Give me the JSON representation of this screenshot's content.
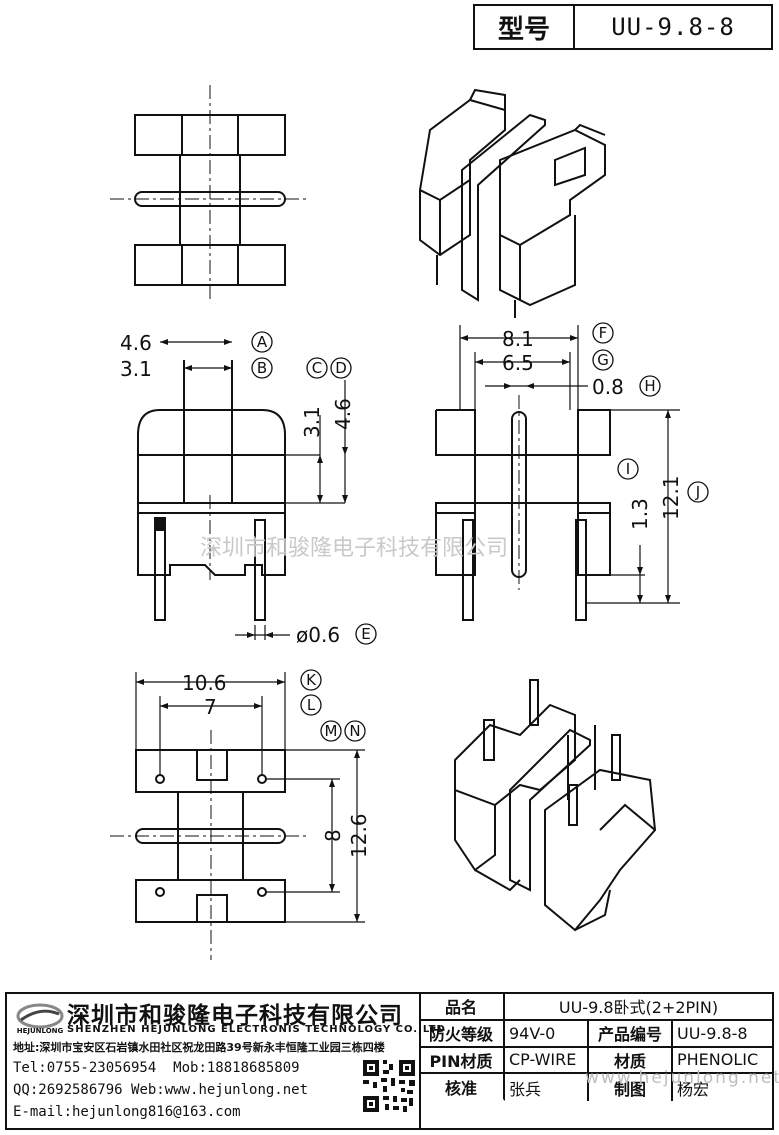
{
  "title_block": {
    "label": "型号",
    "value": "UU-9.8-8"
  },
  "dimensions": {
    "top_left_view": {
      "a": "4.6",
      "a_tag": "A",
      "b": "3.1",
      "b_tag": "B",
      "c_tag": "C",
      "d_tag": "D",
      "c": "3.1",
      "d": "4.6",
      "e": "ø0.6",
      "e_tag": "E"
    },
    "top_right_view": {
      "f": "8.1",
      "f_tag": "F",
      "g": "6.5",
      "g_tag": "G",
      "h": "0.8",
      "h_tag": "H",
      "i": "1.3",
      "i_tag": "I",
      "j": "12.1",
      "j_tag": "J"
    },
    "bottom_left_view": {
      "k": "10.6",
      "k_tag": "K",
      "l": "7",
      "l_tag": "L",
      "m_tag": "M",
      "n_tag": "N",
      "m": "8",
      "n": "12.6"
    }
  },
  "watermark": {
    "text": "深圳市和骏隆电子科技有限公司",
    "url": "www.hejunlong.net"
  },
  "company": {
    "logo_text": "HEJUNLONG",
    "name_cn": "深圳市和骏隆电子科技有限公司",
    "name_en": "SHENZHEN HEJUNLONG ELECTRONIS TECHNOLOGY CO.,LTD",
    "address": "地址:深圳市宝安区石岩镇水田社区祝龙田路39号新永丰恒隆工业园三栋四楼",
    "tel": "Tel:0755-23056954",
    "mob": "Mob:18818685809",
    "qq": "QQ:2692586796",
    "web": "Web:www.hejunlong.net",
    "email": "E-mail:hejunlong816@163.com"
  },
  "spec_table": {
    "product_name_label": "品名",
    "product_name": "UU-9.8卧式(2+2PIN)",
    "fire_rating_label": "防火等级",
    "fire_rating": "94V-0",
    "product_code_label": "产品编号",
    "product_code": "UU-9.8-8",
    "pin_material_label": "PIN材质",
    "pin_material": "CP-WIRE",
    "material_label": "材质",
    "material": "PHENOLIC",
    "reviewer_label": "核准",
    "reviewer": "张兵",
    "drafter_label": "制图",
    "drafter": "杨宏"
  }
}
